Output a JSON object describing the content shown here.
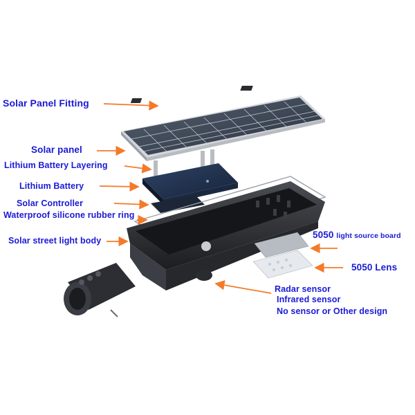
{
  "labels": {
    "solar_panel_fitting": "Solar Panel Fitting",
    "solar_panel": "Solar panel",
    "lithium_battery_layering": "Lithium Battery Layering",
    "lithium_battery": "Lithium Battery",
    "solar_controller": "Solar Controller",
    "waterproof_ring": "Waterproof silicone rubber ring",
    "street_light_body": "Solar street light body",
    "light_source_number": "5050",
    "light_source_text": "light source board",
    "lens": "5050 Lens",
    "radar_sensor": "Radar sensor",
    "infrared_sensor": "Infrared sensor",
    "no_sensor": "No sensor or Other design"
  },
  "colors": {
    "label_text": "#1a1ad6",
    "arrow": "#f47a2a",
    "panel_cell": "#3b4656",
    "panel_frame": "#c9ccd0",
    "battery": "#22324a",
    "body": "#2b2d31"
  }
}
